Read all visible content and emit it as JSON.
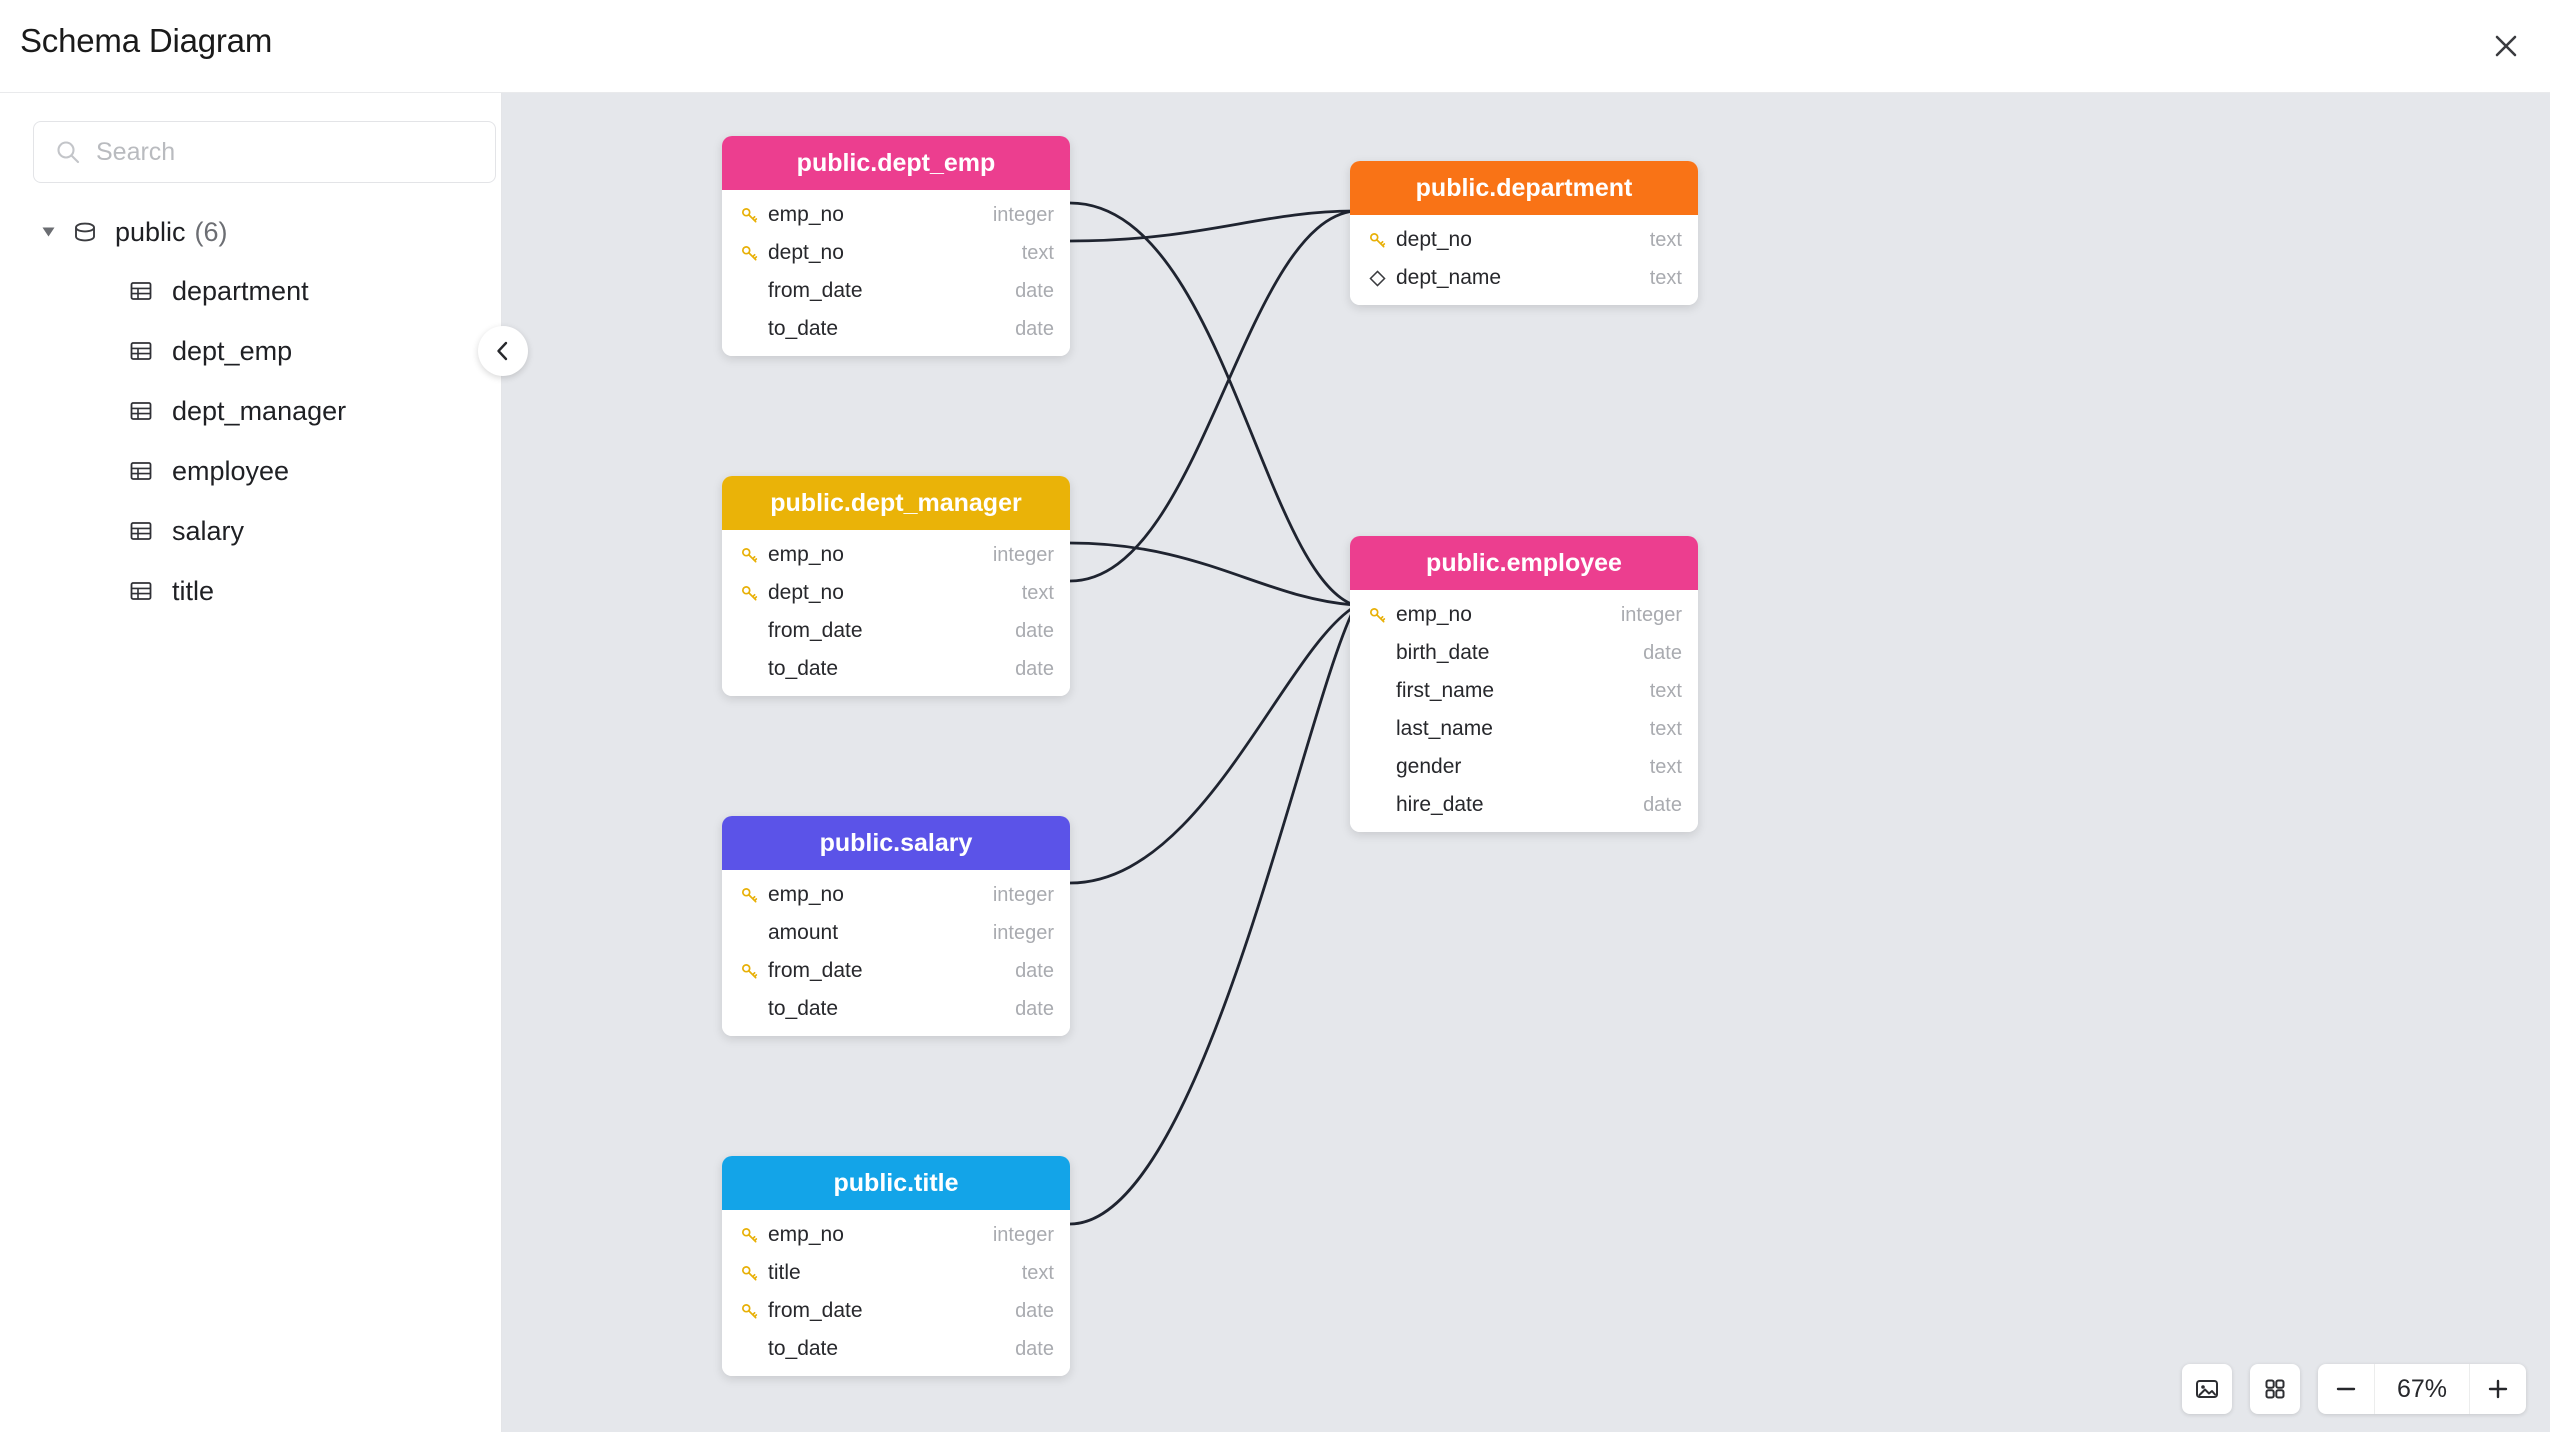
{
  "header": {
    "title": "Schema Diagram",
    "close_icon": "close-icon"
  },
  "sidebar": {
    "search": {
      "placeholder": "Search",
      "value": "",
      "icon": "search-icon"
    },
    "schema": {
      "label": "public",
      "count": "(6)",
      "icon": "schema-icon",
      "expanded": true
    },
    "items": [
      {
        "label": "department",
        "icon": "table-icon"
      },
      {
        "label": "dept_emp",
        "icon": "table-icon"
      },
      {
        "label": "dept_manager",
        "icon": "table-icon"
      },
      {
        "label": "employee",
        "icon": "table-icon"
      },
      {
        "label": "salary",
        "icon": "table-icon"
      },
      {
        "label": "title",
        "icon": "table-icon"
      }
    ],
    "collapse_icon": "chevron-left-icon"
  },
  "canvas": {
    "background": "#e5e7eb",
    "edge_color": "#1f2430",
    "nodes": [
      {
        "id": "dept_emp",
        "title": "public.dept_emp",
        "color": "#ec3e8f",
        "columns": [
          {
            "name": "emp_no",
            "type": "integer",
            "icon": "key-icon"
          },
          {
            "name": "dept_no",
            "type": "text",
            "icon": "key-icon"
          },
          {
            "name": "from_date",
            "type": "date",
            "icon": ""
          },
          {
            "name": "to_date",
            "type": "date",
            "icon": ""
          }
        ]
      },
      {
        "id": "department",
        "title": "public.department",
        "color": "#f97316",
        "columns": [
          {
            "name": "dept_no",
            "type": "text",
            "icon": "key-icon"
          },
          {
            "name": "dept_name",
            "type": "text",
            "icon": "diamond-icon"
          }
        ]
      },
      {
        "id": "dept_manager",
        "title": "public.dept_manager",
        "color": "#eab308",
        "columns": [
          {
            "name": "emp_no",
            "type": "integer",
            "icon": "key-icon"
          },
          {
            "name": "dept_no",
            "type": "text",
            "icon": "key-icon"
          },
          {
            "name": "from_date",
            "type": "date",
            "icon": ""
          },
          {
            "name": "to_date",
            "type": "date",
            "icon": ""
          }
        ]
      },
      {
        "id": "employee",
        "title": "public.employee",
        "color": "#ec3e8f",
        "columns": [
          {
            "name": "emp_no",
            "type": "integer",
            "icon": "key-icon"
          },
          {
            "name": "birth_date",
            "type": "date",
            "icon": ""
          },
          {
            "name": "first_name",
            "type": "text",
            "icon": ""
          },
          {
            "name": "last_name",
            "type": "text",
            "icon": ""
          },
          {
            "name": "gender",
            "type": "text",
            "icon": ""
          },
          {
            "name": "hire_date",
            "type": "date",
            "icon": ""
          }
        ]
      },
      {
        "id": "salary",
        "title": "public.salary",
        "color": "#5b53e8",
        "columns": [
          {
            "name": "emp_no",
            "type": "integer",
            "icon": "key-icon"
          },
          {
            "name": "amount",
            "type": "integer",
            "icon": ""
          },
          {
            "name": "from_date",
            "type": "date",
            "icon": "key-icon"
          },
          {
            "name": "to_date",
            "type": "date",
            "icon": ""
          }
        ]
      },
      {
        "id": "title",
        "title": "public.title",
        "color": "#13a4e8",
        "columns": [
          {
            "name": "emp_no",
            "type": "integer",
            "icon": "key-icon"
          },
          {
            "name": "title",
            "type": "text",
            "icon": "key-icon"
          },
          {
            "name": "from_date",
            "type": "date",
            "icon": "key-icon"
          },
          {
            "name": "to_date",
            "type": "date",
            "icon": ""
          }
        ]
      }
    ]
  },
  "toolbar": {
    "export_image_icon": "image-icon",
    "layout_icon": "grid-icon",
    "zoom_out_icon": "minus-icon",
    "zoom_level": "67%",
    "zoom_in_icon": "plus-icon"
  }
}
